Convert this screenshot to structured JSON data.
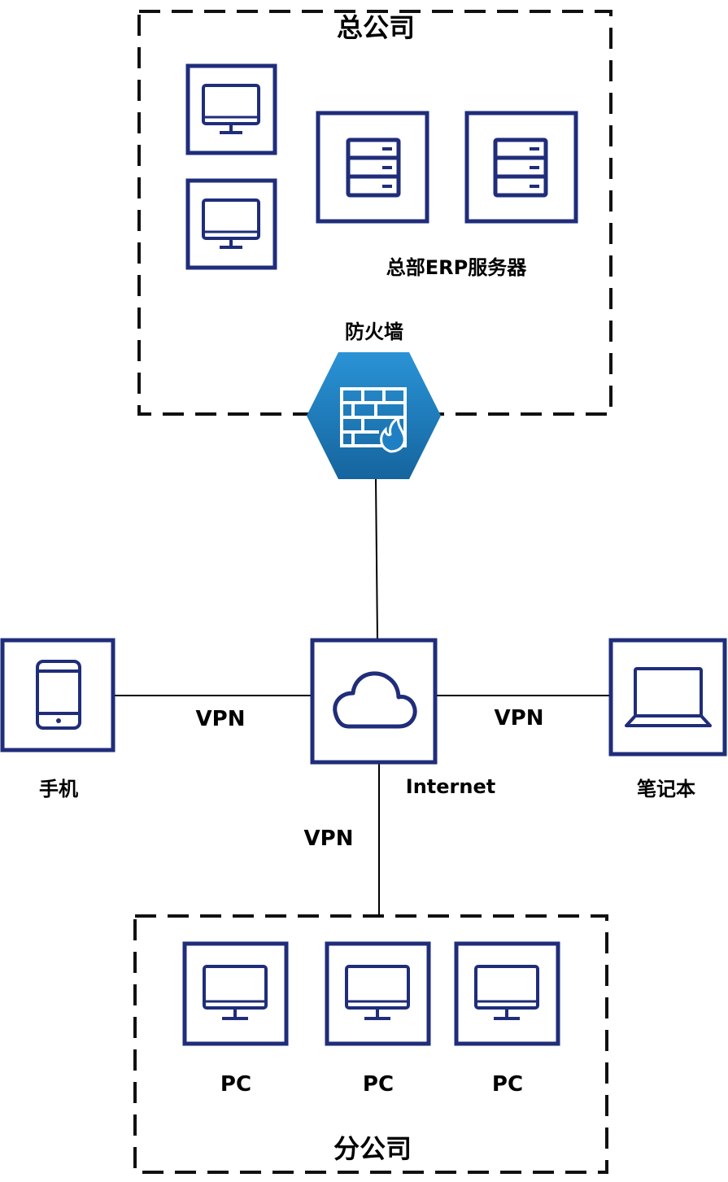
{
  "headquarters": {
    "title": "总公司",
    "server_label": "总部ERP服务器",
    "firewall_label": "防火墙"
  },
  "internet": {
    "label": "Internet"
  },
  "mobile": {
    "label": "手机",
    "link_label": "VPN"
  },
  "laptop": {
    "label": "笔记本",
    "link_label": "VPN"
  },
  "branch": {
    "title": "分公司",
    "link_label": "VPN",
    "pcs": [
      "PC",
      "PC",
      "PC"
    ]
  },
  "colors": {
    "node_border": "#1f2d7a",
    "firewall_fill": "#1e7fc4",
    "line": "#000000"
  }
}
